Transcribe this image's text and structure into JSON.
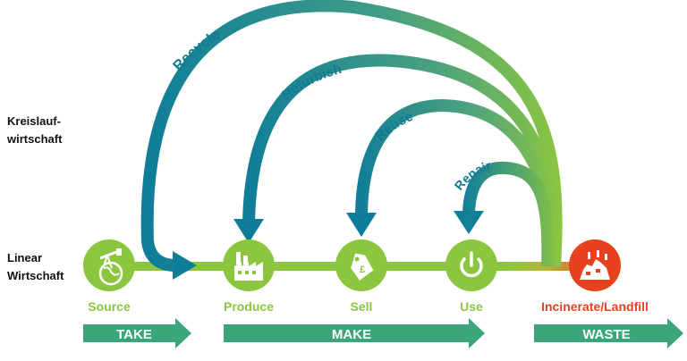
{
  "labels": {
    "kreislauf_line1": "Kreislauf-",
    "kreislauf_line2": "wirtschaft",
    "linear_line1": "Linear",
    "linear_line2": "Wirtschaft"
  },
  "loops": {
    "recycle": "Recycle",
    "refurbish": "Refurbish",
    "reuse": "Reuse",
    "repair": "Repair"
  },
  "stages": {
    "source": "Source",
    "produce": "Produce",
    "sell": "Sell",
    "use": "Use",
    "waste": "Incinerate/Landfill"
  },
  "phases": {
    "take": "TAKE",
    "make": "MAKE",
    "waste": "WASTE"
  },
  "colors": {
    "teal": "#12849a",
    "green": "#8cc63f",
    "label_green": "#8cc63f",
    "waste_red": "#e8411f",
    "arrow_green": "#3aa679",
    "loop_text": "#137a93"
  },
  "icons": {
    "source": "globe-oil-pump-icon",
    "produce": "factory-icon",
    "sell": "price-tag-icon",
    "use": "power-icon",
    "waste": "landfill-icon"
  }
}
